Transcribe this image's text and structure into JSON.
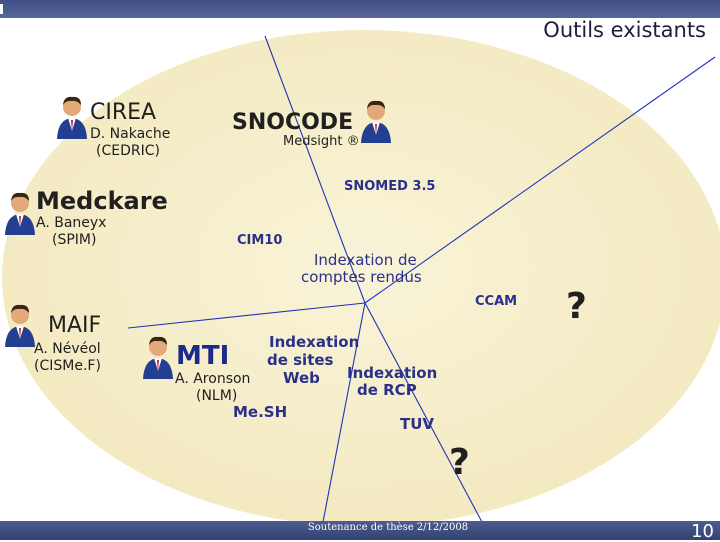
{
  "slide": {
    "title": "Outils existants",
    "footer": "Soutenance de thèse 2/12/2008",
    "page_number": "10"
  },
  "colors": {
    "ellipse_fill": "#f6efcb",
    "bar": "#4a5a90",
    "line": "#2233bb",
    "tool_label": "#202020",
    "category_label": "#2a2f8a",
    "tool_label_blue": "#1c2a8a"
  },
  "tools": [
    {
      "id": "cirea",
      "name": "CIREA",
      "author": "D. Nakache",
      "lab": "(CEDRIC)"
    },
    {
      "id": "snocode",
      "name": "SNOCODE",
      "lab": "Medsight ®"
    },
    {
      "id": "medckare",
      "name": "Medckare",
      "author": "A. Baneyx",
      "lab": "(SPIM)"
    },
    {
      "id": "maif",
      "name": "MAIF",
      "author": "A. Névéol",
      "lab": "(CISMe.F)"
    },
    {
      "id": "mti",
      "name": "MTI",
      "author": "A. Aronson",
      "lab": "(NLM)"
    }
  ],
  "terminologies": {
    "snomed": "SNOMED 3.5",
    "cim10": "CIM10",
    "ccam": "CCAM",
    "mesh": "Me.SH",
    "tuv": "TUV"
  },
  "categories": {
    "comptes_rendus": [
      "Indexation de",
      "comptes rendus"
    ],
    "sites_web": [
      "Indexation",
      "de sites",
      "Web"
    ],
    "rcp": [
      "Indexation",
      "de RCP"
    ]
  },
  "unknowns": {
    "q1": "?",
    "q2": "?"
  },
  "icons": [
    "person-icon"
  ]
}
